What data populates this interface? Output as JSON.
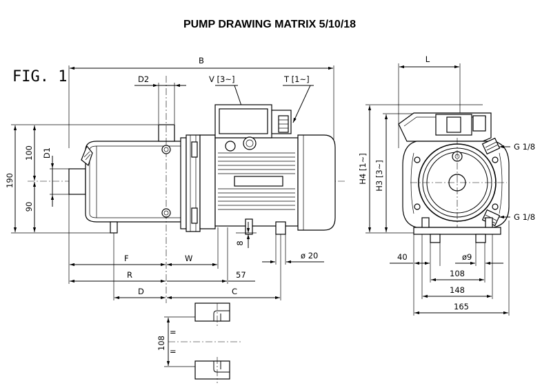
{
  "title": "PUMP DRAWING MATRIX 5/10/18",
  "figure_label": "FIG. 1",
  "side_view": {
    "B": "B",
    "D2": "D2",
    "V": "V [3~]",
    "T": "T [1~]",
    "D1": "D1",
    "h100": "100",
    "h190": "190",
    "h90": "90",
    "F": "F",
    "W": "W",
    "R": "R",
    "d57": "57",
    "D": "D",
    "C": "C",
    "d8": "8",
    "dia20": "ø 20",
    "d108": "108"
  },
  "front_view": {
    "L": "L",
    "H4": "H4 [1~]",
    "H3": "H3 [3~]",
    "G_top": "G 1/8",
    "G_bottom": "G 1/8",
    "d40": "40",
    "dia9": "ø9",
    "d108": "108",
    "d148": "148",
    "d165": "165"
  }
}
